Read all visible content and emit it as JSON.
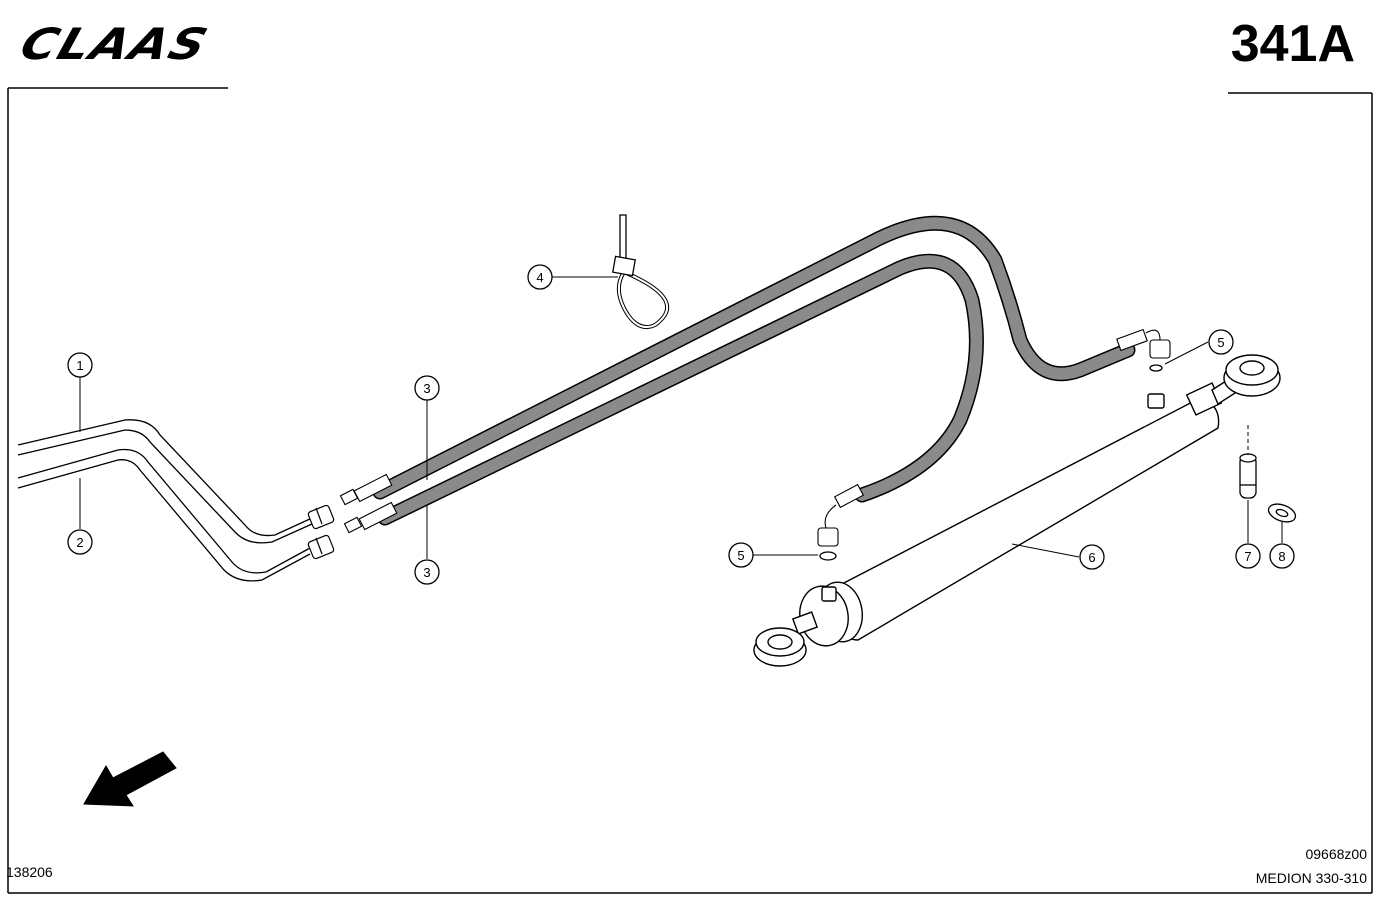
{
  "header": {
    "brand": "CLAAS",
    "page_number": "341A"
  },
  "callouts": [
    "1",
    "2",
    "3",
    "3",
    "4",
    "5",
    "5",
    "6",
    "7",
    "8"
  ],
  "footer": {
    "document_code": "138206",
    "drawing_code": "09668z00",
    "model": "MEDION 330-310"
  },
  "colors": {
    "ink": "#000000",
    "hose_fill": "#8a8a8a",
    "paper": "#ffffff"
  }
}
